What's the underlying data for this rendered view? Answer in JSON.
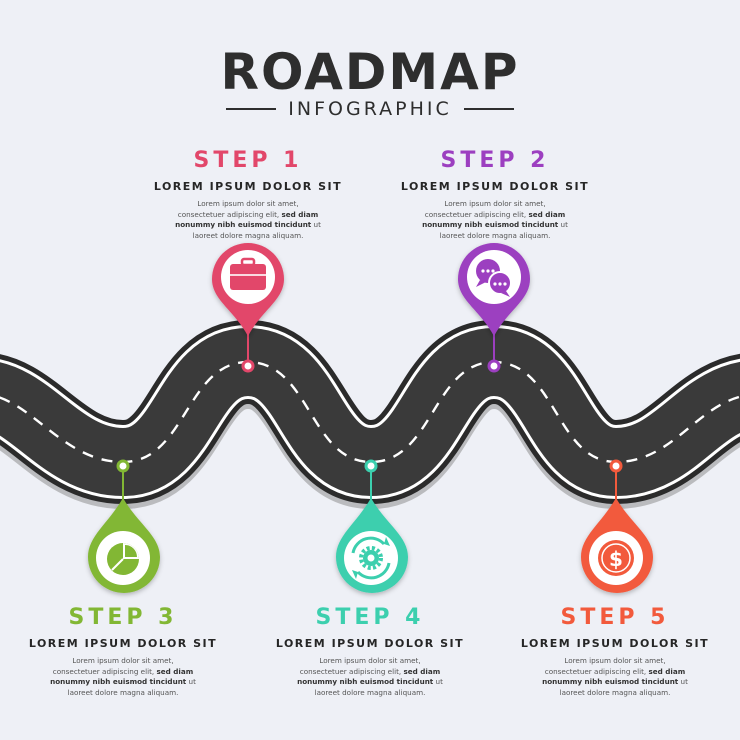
{
  "header": {
    "title": "ROADMAP",
    "subtitle": "INFOGRAPHIC"
  },
  "steps": [
    {
      "title": "STEP 1",
      "heading": "LOREM IPSUM DOLOR SIT",
      "body_lines": [
        "Lorem ipsum dolor sit amet,",
        "consectetuer adipiscing elit,",
        "nonummy nibh euismod tincidunt",
        "laoreet dolore magna aliquam."
      ],
      "body_bold": [
        "sed diam",
        "nonummy nibh euismod tincidunt"
      ],
      "color": "#e2476a",
      "icon": "briefcase-icon"
    },
    {
      "title": "STEP 2",
      "heading": "LOREM IPSUM DOLOR SIT",
      "body_lines": [
        "Lorem ipsum dolor sit amet,",
        "consectetuer adipiscing elit,",
        "nonummy nibh euismod tincidunt",
        "laoreet dolore magna aliquam."
      ],
      "color": "#9c3fc0",
      "icon": "chat-bubbles-icon"
    },
    {
      "title": "STEP 3",
      "heading": "LOREM IPSUM DOLOR SIT",
      "body_lines": [
        "Lorem ipsum dolor sit amet,",
        "consectetuer adipiscing elit,",
        "nonummy nibh euismod tincidunt",
        "laoreet dolore magna aliquam."
      ],
      "color": "#82b734",
      "icon": "pie-chart-icon"
    },
    {
      "title": "STEP 4",
      "heading": "LOREM IPSUM DOLOR SIT",
      "body_lines": [
        "Lorem ipsum dolor sit amet,",
        "consectetuer adipiscing elit,",
        "nonummy nibh euismod tincidunt",
        "laoreet dolore magna aliquam."
      ],
      "color": "#3ccfae",
      "icon": "gear-cycle-icon"
    },
    {
      "title": "STEP 5",
      "heading": "LOREM IPSUM DOLOR SIT",
      "body_lines": [
        "Lorem ipsum dolor sit amet,",
        "consectetuer adipiscing elit,",
        "nonummy nibh euismod tincidunt",
        "laoreet dolore magna aliquam."
      ],
      "color": "#f25a3c",
      "icon": "dollar-coin-icon"
    }
  ],
  "inline": {
    "amet": "Lorem ipsum dolor sit amet,",
    "elit": "consectetuer adipiscing elit,",
    "sed": "sed diam",
    "nonummy": "nonummy nibh euismod tincidunt",
    "ut": "ut",
    "laoreet": "laoreet dolore magna aliquam.",
    "dollar": "$"
  },
  "colors": {
    "background": "#eef0f6",
    "road": "#3a3a3a",
    "road_edge": "#ffffff",
    "text_dark": "#2e2e2e"
  }
}
